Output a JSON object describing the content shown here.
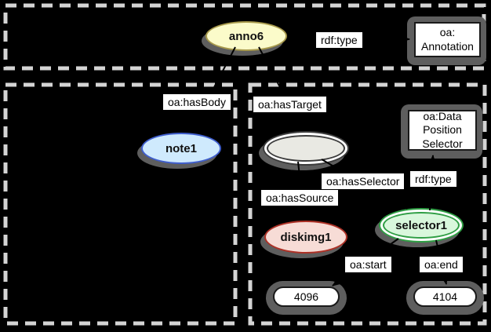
{
  "diagram": {
    "nodes": {
      "anno6": {
        "label": "anno6"
      },
      "note1": {
        "label": "note1"
      },
      "blank": {
        "label": ""
      },
      "diskimg1": {
        "label": "diskimg1"
      },
      "selector1": {
        "label": "selector1"
      },
      "annotation_class": {
        "line1": "oa:",
        "line2": "Annotation"
      },
      "dps_class": {
        "line1": "oa:Data",
        "line2": "Position",
        "line3": "Selector"
      },
      "start_value": {
        "label": "4096"
      },
      "end_value": {
        "label": "4104"
      }
    },
    "edge_labels": {
      "rdf_type_anno": "rdf:type",
      "has_body": "oa:hasBody",
      "has_target": "oa:hasTarget",
      "has_selector": "oa:hasSelector",
      "has_source": "oa:hasSource",
      "rdf_type_selector": "rdf:type",
      "start": "oa:start",
      "end": "oa:end"
    },
    "colors": {
      "background": "#000000",
      "dash": "#d4d4d4",
      "shadow": "#5e5e5e",
      "edge": "#000000",
      "annotation_fill": "#fbfbca",
      "annotation_stroke": "#a89a4c",
      "body_fill": "#cfeafd",
      "body_stroke": "#3f5ecd",
      "blank_fill": "#e9e9e3",
      "blank_stroke": "#3c3c3c",
      "source_fill": "#f7dcd6",
      "source_stroke": "#ad3126",
      "selector_fill": "#d9f7dc",
      "selector_stroke": "#2f9e44"
    }
  }
}
